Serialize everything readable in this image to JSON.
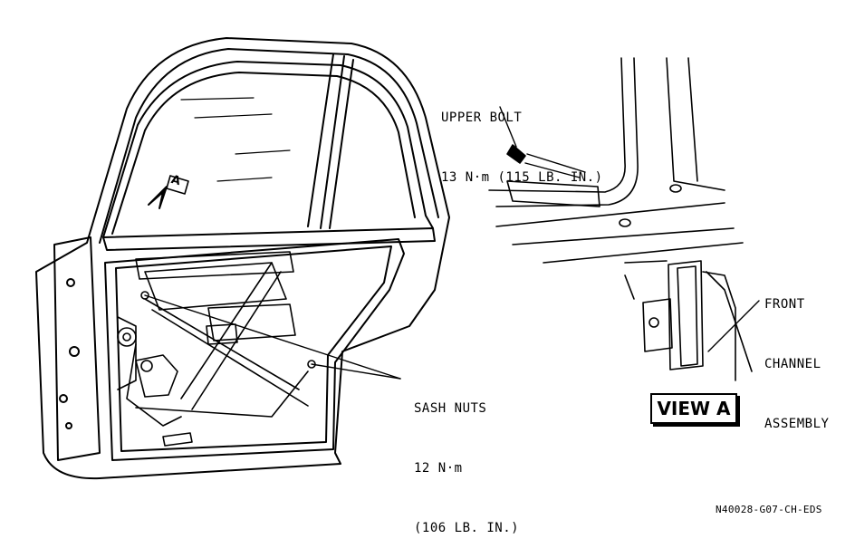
{
  "labels": {
    "upper_bolt": [
      "UPPER BOLT",
      "13 N·m (115 LB. IN.)"
    ],
    "sash_nuts": [
      "SASH NUTS",
      "12 N·m",
      "(106 LB. IN.)"
    ],
    "front_channel": [
      "FRONT",
      "CHANNEL",
      "ASSEMBLY"
    ],
    "view_marker_letter": "A",
    "view_title": "VIEW A",
    "drawing_code": "N40028-G07-CH-EDS"
  },
  "colors": {
    "ink": "#000000",
    "paper": "#ffffff"
  }
}
